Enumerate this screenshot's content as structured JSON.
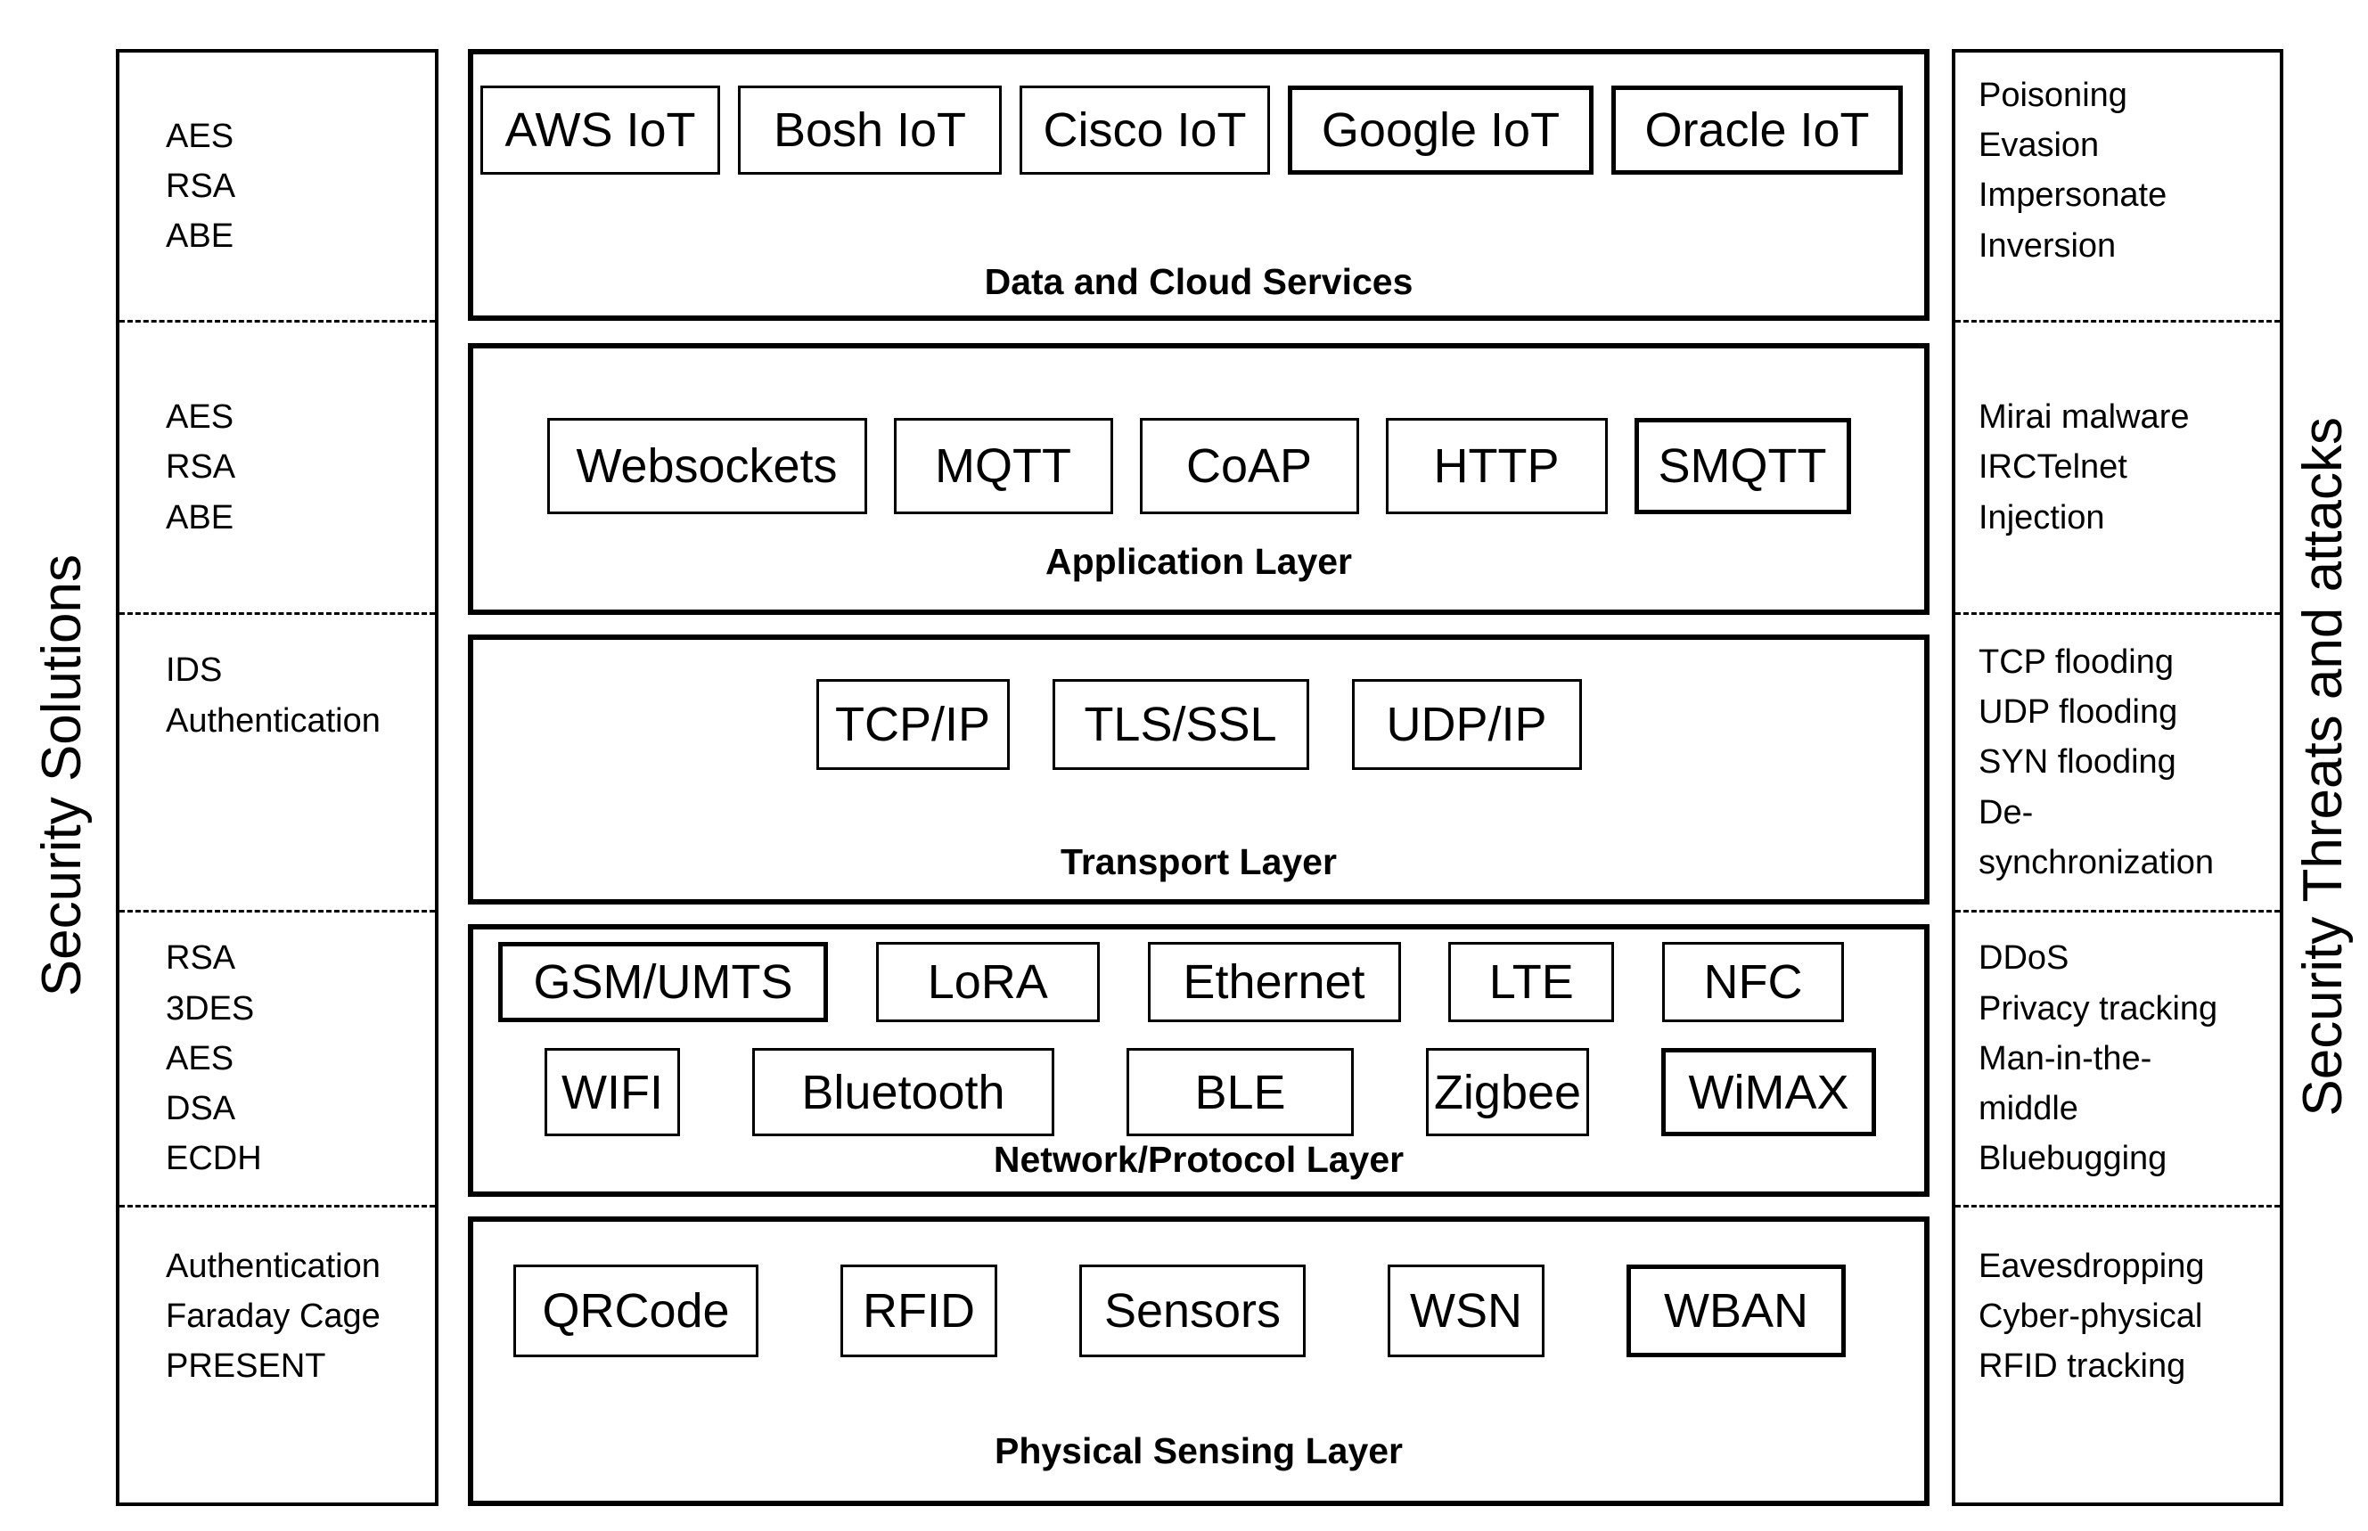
{
  "left_axis_label": "Security Solutions",
  "right_axis_label": "Security Threats and attacks",
  "solutions": [
    {
      "items": [
        "AES",
        "RSA",
        "ABE"
      ]
    },
    {
      "items": [
        "AES",
        "RSA",
        "ABE"
      ]
    },
    {
      "items": [
        "IDS",
        "Authentication"
      ]
    },
    {
      "items": [
        "RSA",
        "3DES",
        "AES",
        "DSA",
        "ECDH"
      ]
    },
    {
      "items": [
        "Authentication",
        "Faraday Cage",
        "PRESENT"
      ]
    }
  ],
  "layers": [
    {
      "label": "Data and Cloud Services",
      "rows": [
        [
          "AWS IoT",
          "Bosh IoT",
          "Cisco IoT",
          "Google IoT",
          "Oracle IoT"
        ]
      ]
    },
    {
      "label": "Application Layer",
      "rows": [
        [
          "Websockets",
          "MQTT",
          "CoAP",
          "HTTP",
          "SMQTT"
        ]
      ]
    },
    {
      "label": "Transport Layer",
      "rows": [
        [
          "TCP/IP",
          "TLS/SSL",
          "UDP/IP"
        ]
      ]
    },
    {
      "label": "Network/Protocol Layer",
      "rows": [
        [
          "GSM/UMTS",
          "LoRA",
          "Ethernet",
          "LTE",
          "NFC"
        ],
        [
          "WIFI",
          "Bluetooth",
          "BLE",
          "Zigbee",
          "WiMAX"
        ]
      ]
    },
    {
      "label": "Physical Sensing Layer",
      "rows": [
        [
          "QRCode",
          "RFID",
          "Sensors",
          "WSN",
          "WBAN"
        ]
      ]
    }
  ],
  "threats": [
    {
      "items": [
        "Poisoning",
        "Evasion",
        "Impersonate",
        "Inversion"
      ]
    },
    {
      "items": [
        "Mirai malware",
        "IRCTelnet",
        "Injection"
      ]
    },
    {
      "items": [
        "TCP flooding",
        "UDP flooding",
        "SYN flooding",
        "De-synchronization"
      ]
    },
    {
      "items": [
        "DDoS",
        "Privacy tracking",
        "Man-in-the-middle",
        "Bluebugging"
      ]
    },
    {
      "items": [
        "Eavesdropping",
        "Cyber-physical",
        "RFID tracking"
      ]
    }
  ],
  "colors": {
    "line": "#000000",
    "background": "#ffffff"
  }
}
